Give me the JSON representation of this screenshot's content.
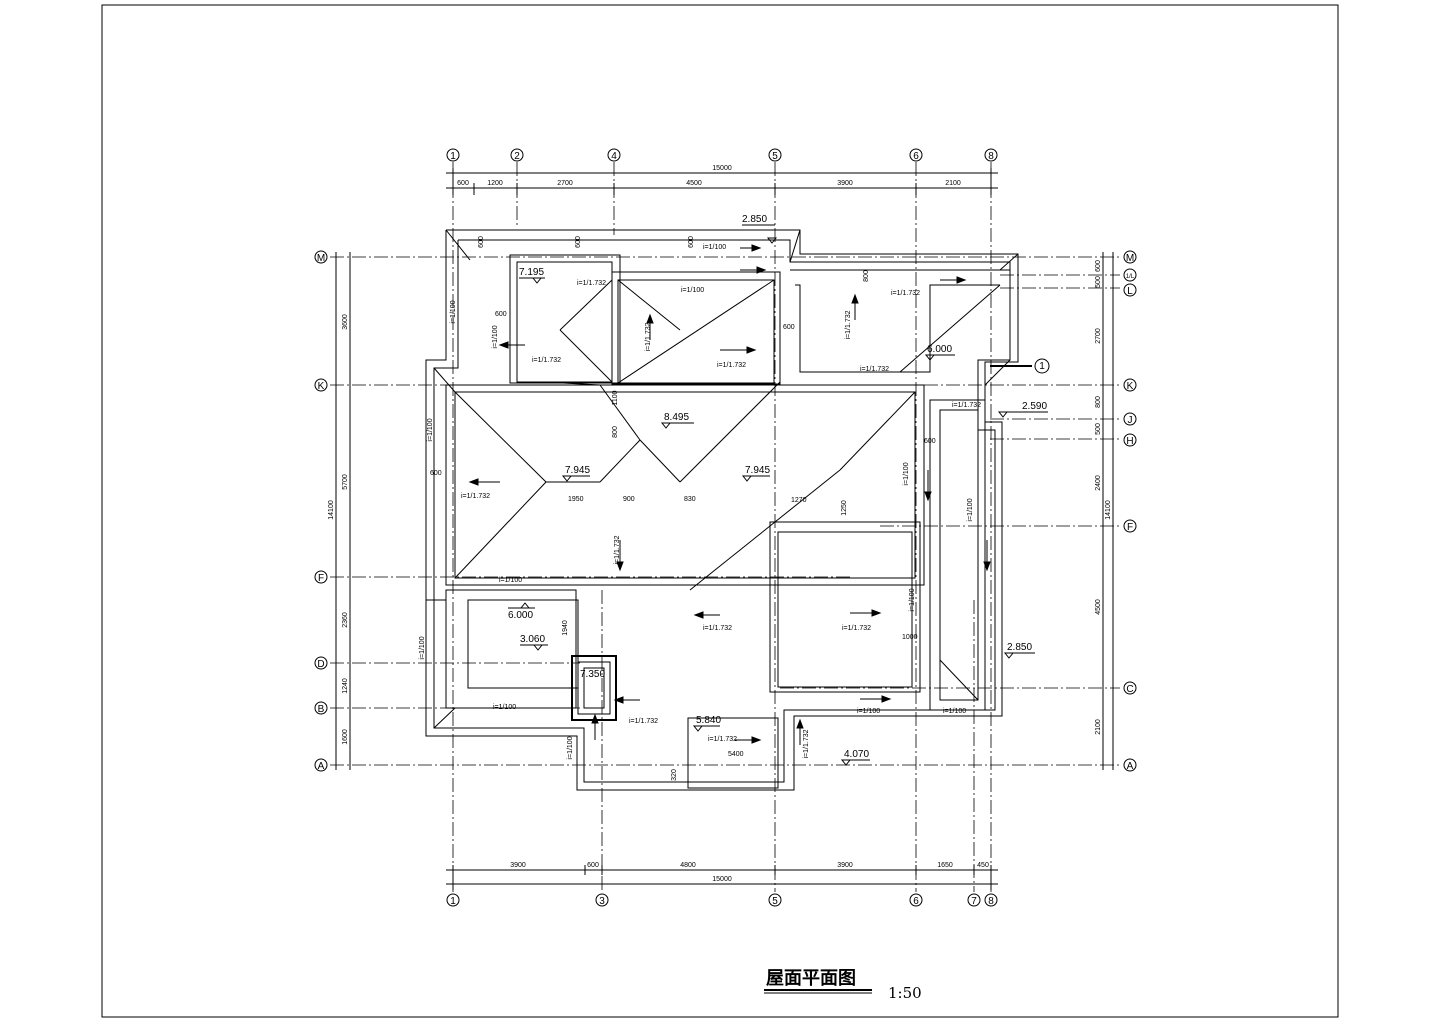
{
  "title": "屋面平面图",
  "scale": "1:50",
  "axes": {
    "top": [
      "1",
      "2",
      "4",
      "5",
      "6",
      "8"
    ],
    "bottom": [
      "1",
      "3",
      "5",
      "6",
      "7",
      "8"
    ],
    "left": [
      "M",
      "K",
      "F",
      "D",
      "B",
      "A"
    ],
    "right": [
      "M",
      "1/L",
      "L",
      "K",
      "J",
      "H",
      "F",
      "C",
      "A"
    ]
  },
  "dimensions": {
    "top_total": "15000",
    "top_segments": [
      "600",
      "1200",
      "2700",
      "4500",
      "3900",
      "2100"
    ],
    "bottom_total": "15000",
    "bottom_segments": [
      "3900",
      "600",
      "4800",
      "3900",
      "1650",
      "450"
    ],
    "left_total": "14100",
    "left_segments": [
      "3600",
      "5700",
      "2360",
      "1240",
      "1600"
    ],
    "right_total": "14100",
    "right_segments": [
      "600",
      "500",
      "2700",
      "800",
      "500",
      "2400",
      "4500",
      "2100"
    ]
  },
  "elevations": [
    "2.850",
    "7.195",
    "6.000",
    "2.590",
    "8.495",
    "7.945",
    "7.945",
    "6.000",
    "3.060",
    "7.350",
    "5.840",
    "4.070",
    "2.850"
  ],
  "slopes": [
    "i=1/100",
    "i=1/1.732",
    "i=1/1.732",
    "i=1/100",
    "i=1/1.732",
    "i=1/1.732",
    "i=1/1.732",
    "i=1/100",
    "i=1/1.732",
    "i=1/1.732",
    "i=1/100",
    "i=1/100",
    "i=1/1.732",
    "i=1/1.732",
    "i=1/100",
    "i=1/100",
    "i=1/1.732",
    "i=1/1.732",
    "i=1/100",
    "i=1/100",
    "i=1/100",
    "i=1/100",
    "i=1/1.732",
    "i=1/100",
    "i=1/100",
    "i=1/100",
    "i=1/1.732",
    "i=1/1.732",
    "i=1/1.732"
  ],
  "notes": [
    "600",
    "600",
    "600",
    "600",
    "600",
    "800",
    "1100",
    "800",
    "1950",
    "900",
    "830",
    "600",
    "1270",
    "1000",
    "5400",
    "1940",
    "320",
    "600",
    "1250"
  ],
  "section_mark": "1"
}
